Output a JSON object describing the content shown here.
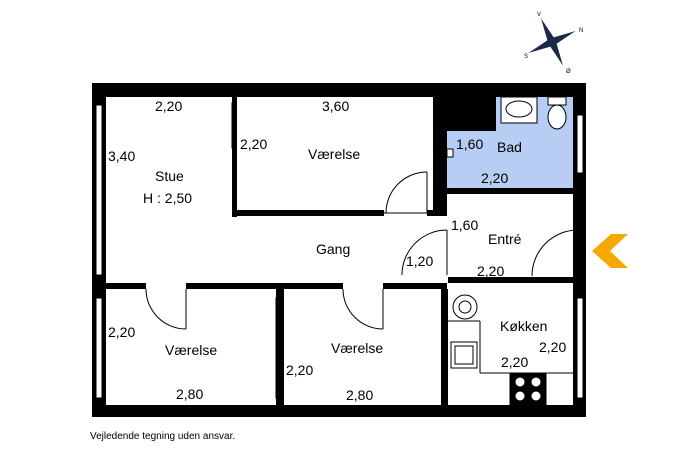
{
  "compass": {
    "n": "N",
    "s": "S",
    "v": "V",
    "o": "Ø"
  },
  "rooms": {
    "stue": {
      "name": "Stue",
      "height": "H : 2,50",
      "w": "2,20",
      "h": "3,40"
    },
    "vaerelse_top": {
      "name": "Værelse",
      "w": "3,60",
      "h": "2,20"
    },
    "bad": {
      "name": "Bad",
      "w": "2,20",
      "h": "1,60"
    },
    "gang": {
      "name": "Gang",
      "w": "1,20"
    },
    "entre": {
      "name": "Entré",
      "w": "2,20",
      "h": "1,60"
    },
    "vaerelse_left": {
      "name": "Værelse",
      "w": "2,80",
      "h": "2,20"
    },
    "vaerelse_mid": {
      "name": "Værelse",
      "w": "2,80",
      "h": "2,20"
    },
    "kokken": {
      "name": "Køkken",
      "w": "2,20",
      "h": "2,20"
    }
  },
  "entrance_color": "#f5a800",
  "bath_color": "#b8cdf4",
  "caption": "Vejledende tegning uden ansvar."
}
